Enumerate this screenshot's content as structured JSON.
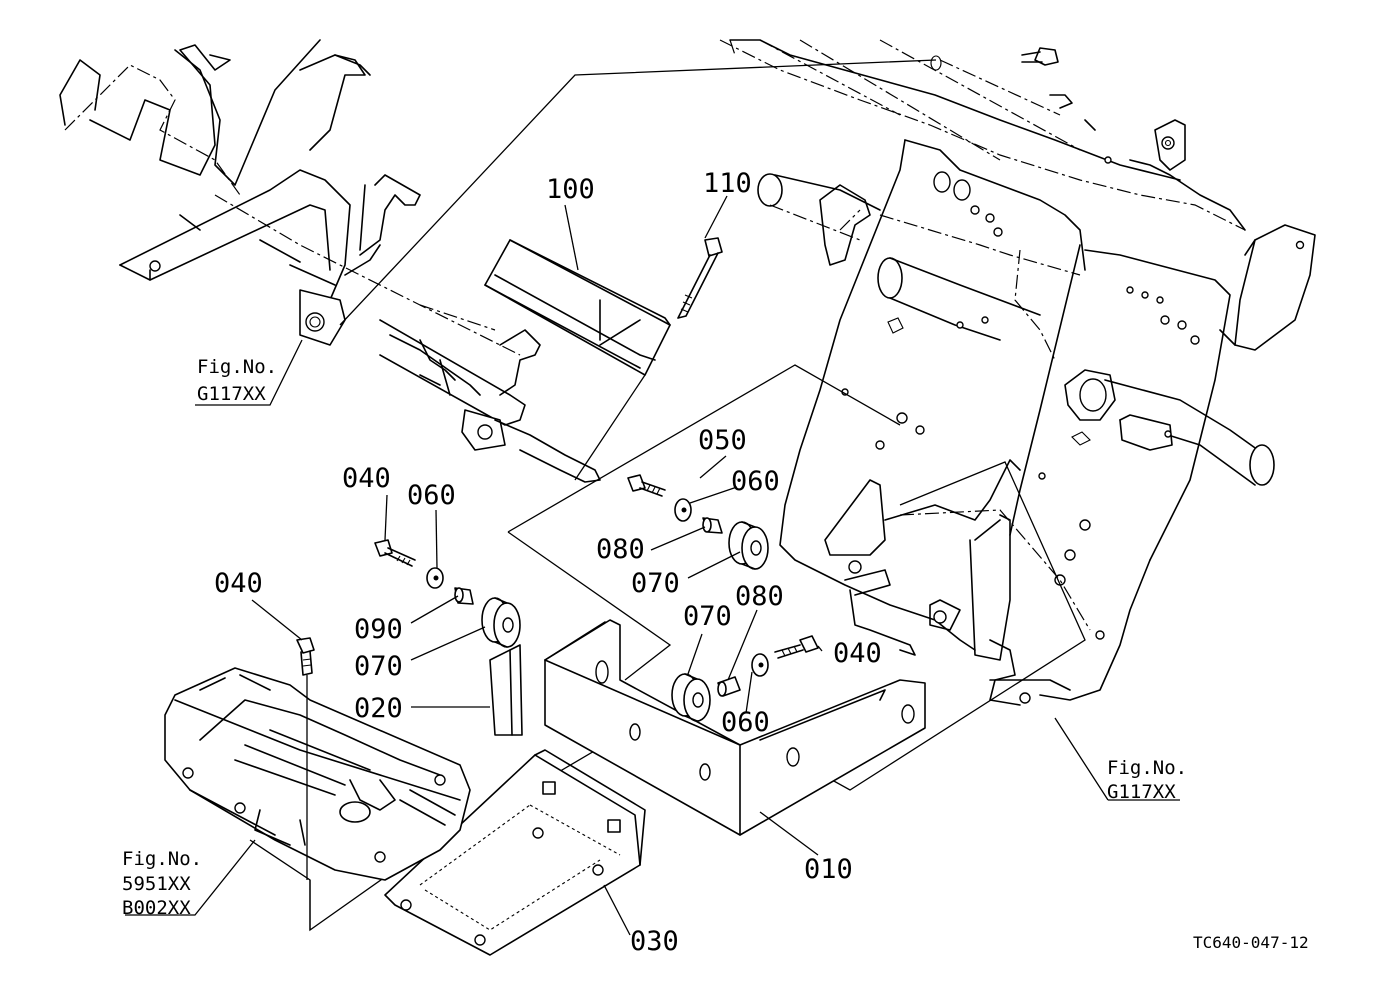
{
  "diagram": {
    "reference_code": "TC640-047-12",
    "part_numbers": [
      "010",
      "020",
      "030",
      "040",
      "050",
      "060",
      "070",
      "080",
      "090",
      "100",
      "110"
    ],
    "callouts": {
      "c100": "100",
      "c110": "110",
      "c050": "050",
      "c060a": "060",
      "c080a": "080",
      "c070a": "070",
      "c040a": "040",
      "c060b": "060",
      "c090": "090",
      "c070b": "070",
      "c040b": "040",
      "c020": "020",
      "c070c": "070",
      "c080b": "080",
      "c040c": "040",
      "c060c": "060",
      "c010": "010",
      "c030": "030"
    },
    "figure_refs": {
      "top_left": {
        "line1": "Fig.No.",
        "line2": "G117XX"
      },
      "bottom_right": {
        "line1": "Fig.No.",
        "line2": "G117XX"
      },
      "bottom_left": {
        "line1": "Fig.No.",
        "line2": "5951XX",
        "line3": "B002XX"
      }
    }
  }
}
